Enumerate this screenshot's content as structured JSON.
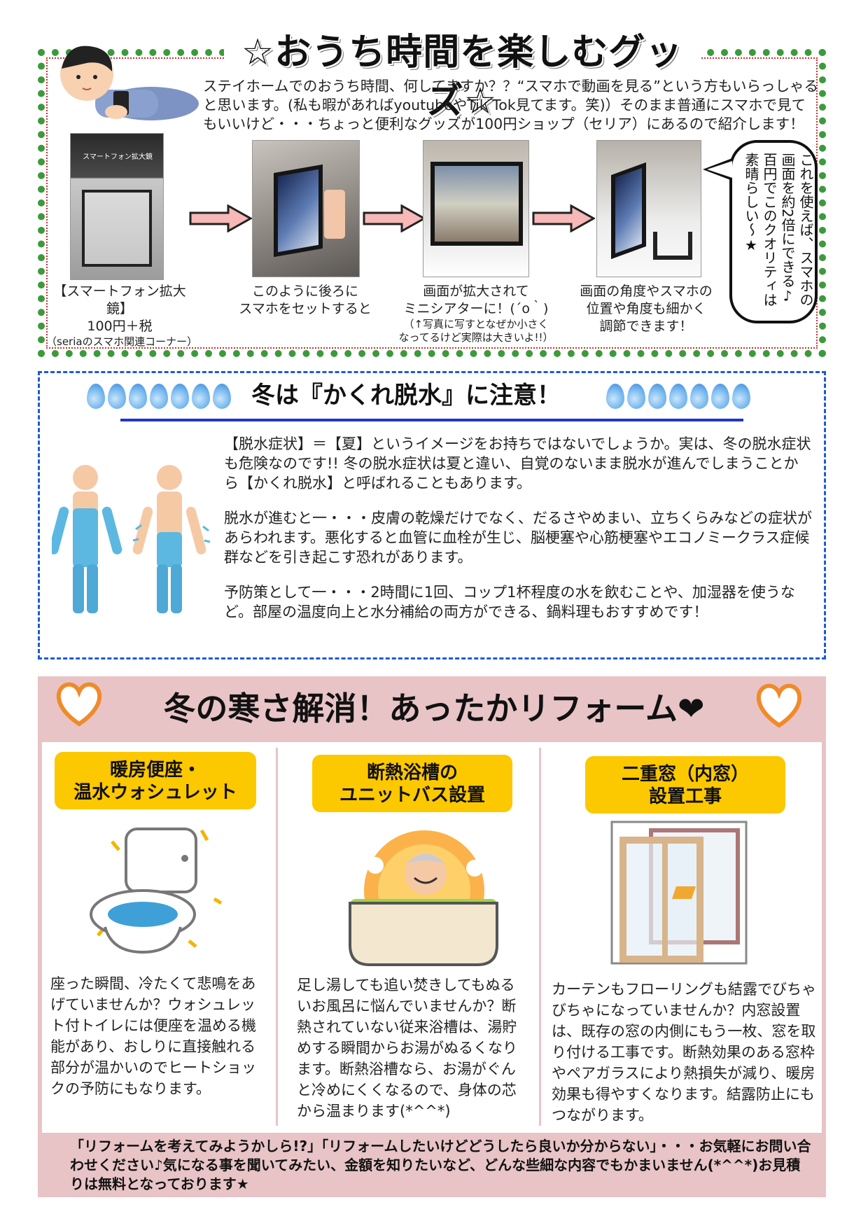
{
  "section1": {
    "title": "☆おうち時間を楽しむグッズ☆",
    "intro": "ステイホームでのおうち時間、何してますか？？“スマホで動画を見る”という方もいらっしゃると思います。(私も暇があればyoutubeやTik Tok見てます。笑)）そのまま普通にスマホで見てもいいけど・・・ちょっと便利なグッズが100円ショップ（セリア）にあるので紹介します！",
    "product_package_text": "スマートフォン拡大鏡",
    "steps": [
      {
        "caption_lines": [
          "【スマートフォン拡大鏡】",
          "100円＋税"
        ],
        "note": "（seriaのスマホ関連コーナー）"
      },
      {
        "caption_lines": [
          "このように後ろに",
          "スマホをセットすると"
        ],
        "note": ""
      },
      {
        "caption_lines": [
          "画面が拡大されて",
          "ミニシアターに！(´o｀)"
        ],
        "note": "（↑写真に写すとなぜか小さく\nなってるけど実際は大きいよ!!）"
      },
      {
        "caption_lines": [
          "画面の角度やスマホの",
          "位置や角度も細かく",
          "調節できます！"
        ],
        "note": ""
      }
    ],
    "bubble": "これを使えば、スマホの画面を約2倍にできる♪百円でこのクオリティは素晴らしい～★"
  },
  "section2": {
    "title": "冬は『かくれ脱水』に注意！",
    "paragraphs": [
      "【脱水症状】＝【夏】というイメージをお持ちではないでしょうか。実は、冬の脱水症状も危険なのです!! 冬の脱水症状は夏と違い、自覚のないまま脱水が進んでしまうことから【かくれ脱水】と呼ばれることもあります。",
      "脱水が進むと一・・・皮膚の乾燥だけでなく、だるさやめまい、立ちくらみなどの症状があらわれます。悪化すると血管に血栓が生じ、脳梗塞や心筋梗塞やエコノミークラス症候群などを引き起こす恐れがあります。",
      "予防策として一・・・2時間に1回、コップ1杯程度の水を飲むことや、加湿器を使うなど。部屋の温度向上と水分補給の両方ができる、鍋料理もおすすめです！"
    ]
  },
  "section3": {
    "title": "冬の寒さ解消！あったかリフォーム❤",
    "columns": [
      {
        "badge_lines": [
          "暖房便座・",
          "温水ウォシュレット"
        ],
        "text": "座った瞬間、冷たくて悲鳴をあげていませんか？ウォシュレット付トイレには便座を温める機能があり、おしりに直接触れる部分が温かいのでヒートショックの予防にもなります。"
      },
      {
        "badge_lines": [
          "断熱浴槽の",
          "ユニットバス設置"
        ],
        "text": "足し湯しても追い焚きしてもぬるいお風呂に悩んでいませんか？断熱されていない従来浴槽は、湯貯めする瞬間からお湯がぬるくなります。断熱浴槽なら、お湯がぐんと冷めにくくなるので、身体の芯から温まります(*^^*)"
      },
      {
        "badge_lines": [
          "二重窓（内窓）",
          "設置工事"
        ],
        "text": "カーテンもフローリングも結露でびちゃびちゃになっていませんか？内窓設置は、既存の窓の内側にもう一枚、窓を取り付ける工事です。断熱効果のある窓枠やペアガラスにより熱損失が減り、暖房効果も得やすくなります。結露防止にもつながります。"
      }
    ],
    "footer": "「リフォームを考えてみようかしら!?」「リフォームしたいけどどうしたら良いか分からない」・・・お気軽にお問い合わせください♪気になる事を聞いてみたい、金額を知りたいなど、どんな些細な内容でもかまいません(*^^*)お見積りは無料となっております★"
  },
  "colors": {
    "green_border": "#3c9a3c",
    "blue_dash": "#1e5bd2",
    "pink_panel": "#e8c4c6",
    "badge_yellow": "#fcc800"
  },
  "icons": [
    "boy-lying-with-phone-icon",
    "right-arrow-icon",
    "water-drop-icon",
    "heart-icon",
    "toilet-icon",
    "bathing-person-icon",
    "double-window-icon",
    "human-body-water-icon"
  ]
}
